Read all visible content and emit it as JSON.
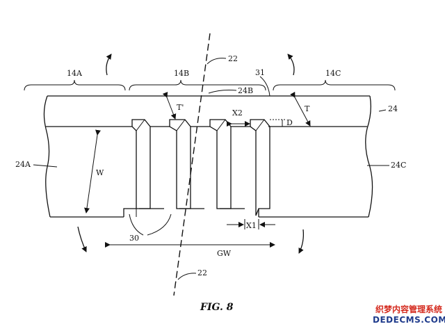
{
  "figure": {
    "caption": "FIG. 8",
    "labels": {
      "region_a": "14A",
      "region_b": "14B",
      "region_c": "14C",
      "strip": "24",
      "strip_a": "24A",
      "strip_b": "24B",
      "strip_c": "24C",
      "axis_top": "22",
      "axis_bottom": "22",
      "ref_31": "31",
      "ribs": "30",
      "thickness": "T",
      "thickness_prime": "T'",
      "depth": "D",
      "width": "W",
      "groove_width": "GW",
      "gap_x1": "X1",
      "gap_x2": "X2"
    }
  },
  "watermark": {
    "line1": "织梦内容管理系统",
    "line2": "DEDECMS.COM"
  },
  "colors": {
    "line": "#111111",
    "watermark_red": "#d42a1e",
    "watermark_blue": "#1f3b8c"
  }
}
